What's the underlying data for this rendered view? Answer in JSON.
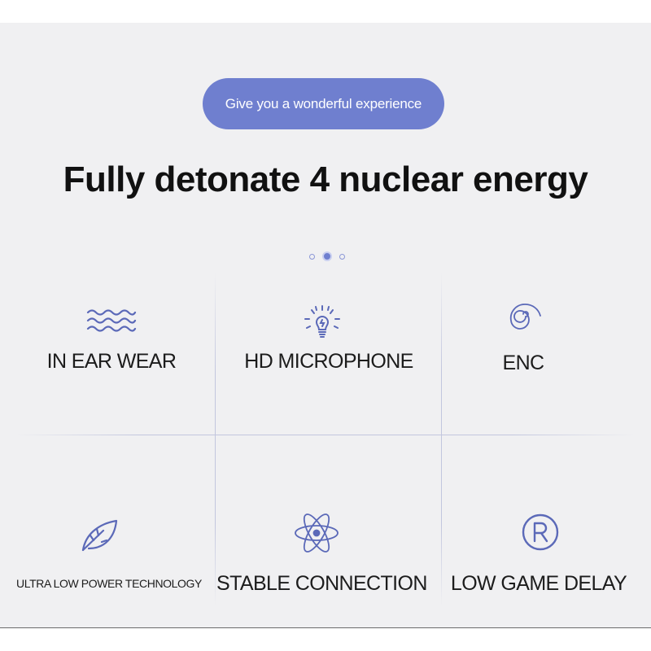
{
  "header": {
    "pill_text": "Give you a wonderful experience",
    "headline": "Fully detonate 4 nuclear energy"
  },
  "pagination": {
    "count": 3,
    "active": 2
  },
  "colors": {
    "accent": "#6f7fcf",
    "background": "#f0f0f2",
    "text": "#1c1c1c",
    "icon_stroke": "#5b69b8"
  },
  "features": [
    {
      "label": "IN EAR WEAR",
      "icon": "waves-icon"
    },
    {
      "label": "HD MICROPHONE",
      "icon": "lightbulb-icon"
    },
    {
      "label": "ENC",
      "icon": "spiral-icon"
    },
    {
      "label": "ULTRA LOW POWER TECHNOLOGY",
      "icon": "leaf-icon"
    },
    {
      "label": "STABLE CONNECTION",
      "icon": "atom-icon"
    },
    {
      "label": "LOW GAME DELAY",
      "icon": "registered-icon"
    }
  ]
}
